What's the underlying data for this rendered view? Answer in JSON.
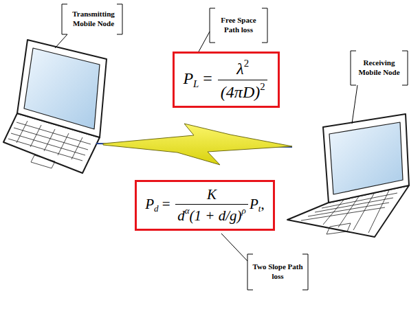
{
  "diagram": {
    "nodes": [
      {
        "text": [
          "P",
          "L",
          "=",
          "λ",
          "2",
          "(4πD)",
          "2"
        ]
      },
      {
        "text": [
          "P",
          "d",
          "=",
          "K",
          "d",
          "α",
          "(1 + d/g)",
          "ρ",
          "P",
          "t",
          ","
        ]
      }
    ],
    "labels": [
      "Transmitting Mobile Node",
      "Free Space Path loss",
      "Receiving Mobile Node",
      "Two Slope Path loss"
    ]
  }
}
